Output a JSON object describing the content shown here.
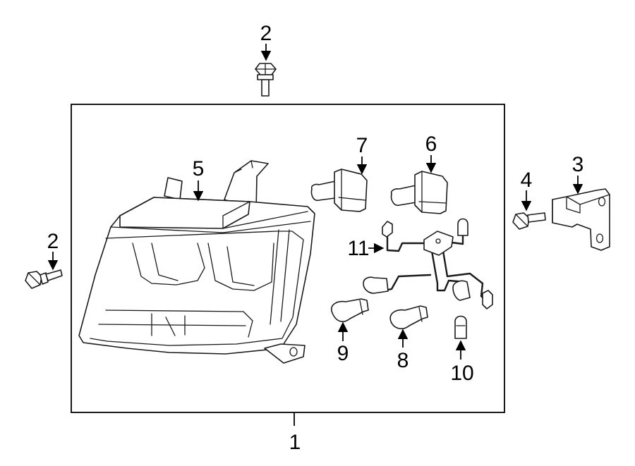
{
  "callouts": {
    "c1": "1",
    "c2_top": "2",
    "c2_left": "2",
    "c3": "3",
    "c4": "4",
    "c5": "5",
    "c6": "6",
    "c7": "7",
    "c8": "8",
    "c9": "9",
    "c10": "10",
    "c11": "11"
  }
}
